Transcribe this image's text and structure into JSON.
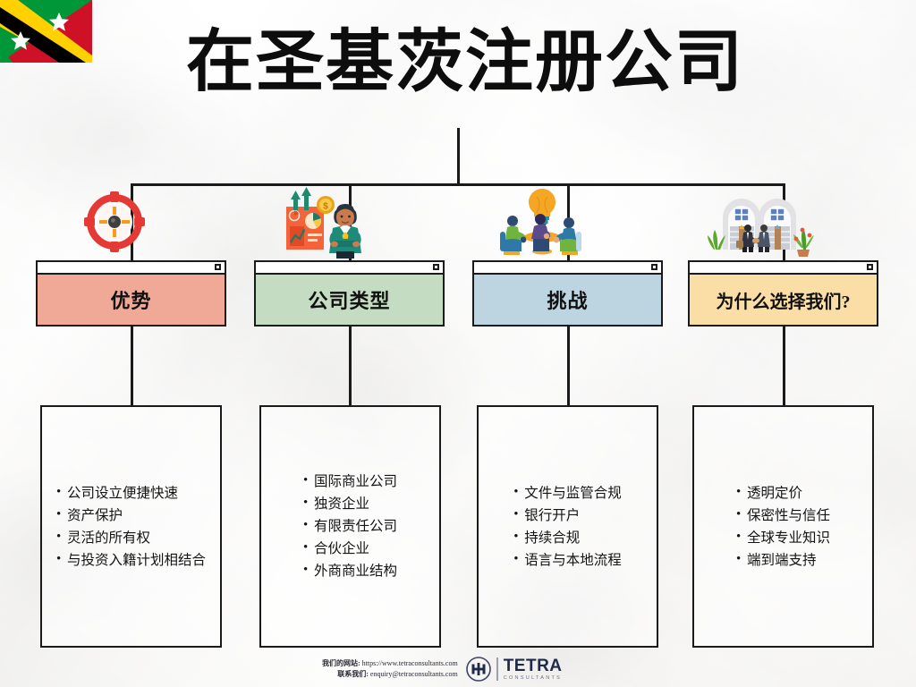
{
  "header": {
    "title": "在圣基茨注册公司",
    "flag_icon": "saint-kitts-and-nevis-flag",
    "flag_colors": {
      "green": "#009739",
      "red": "#CE1126",
      "black": "#000000",
      "yellow": "#FFD100",
      "star": "#FFFFFF"
    }
  },
  "branches": [
    {
      "id": "advantages",
      "icon": "target-crosshair-icon",
      "header_label": "优势",
      "header_color": "#EFA996",
      "bullets": [
        "公司设立便捷快速",
        "资产保护",
        "灵活的所有权",
        "与投资入籍计划相结合"
      ]
    },
    {
      "id": "company-types",
      "icon": "businessman-dashboard-icon",
      "header_label": "公司类型",
      "header_color": "#C4DCC1",
      "bullets": [
        "国际商业公司",
        "独资企业",
        "有限责任公司",
        "合伙企业",
        "外商商业结构"
      ]
    },
    {
      "id": "challenges",
      "icon": "team-meeting-lightbulb-icon",
      "header_label": "挑战",
      "header_color": "#BCD5E1",
      "bullets": [
        "文件与监管合规",
        "银行开户",
        "持续合规",
        "语言与本地流程"
      ]
    },
    {
      "id": "why-choose-us",
      "icon": "handshake-office-icon",
      "header_label": "为什么选择我们?",
      "header_color": "#FBDEA5",
      "bullets": [
        "透明定价",
        "保密性与信任",
        "全球专业知识",
        "端到端支持"
      ]
    }
  ],
  "footer": {
    "website_label": "我们的网站:",
    "website_value": "https://www.tetraconsultants.com",
    "contact_label": "联系我们:",
    "contact_value": "enquiry@tetraconsultants.com",
    "logo_name": "TETRA",
    "logo_tagline": "CONSULTANTS",
    "logo_color": "#1F2A4A"
  }
}
